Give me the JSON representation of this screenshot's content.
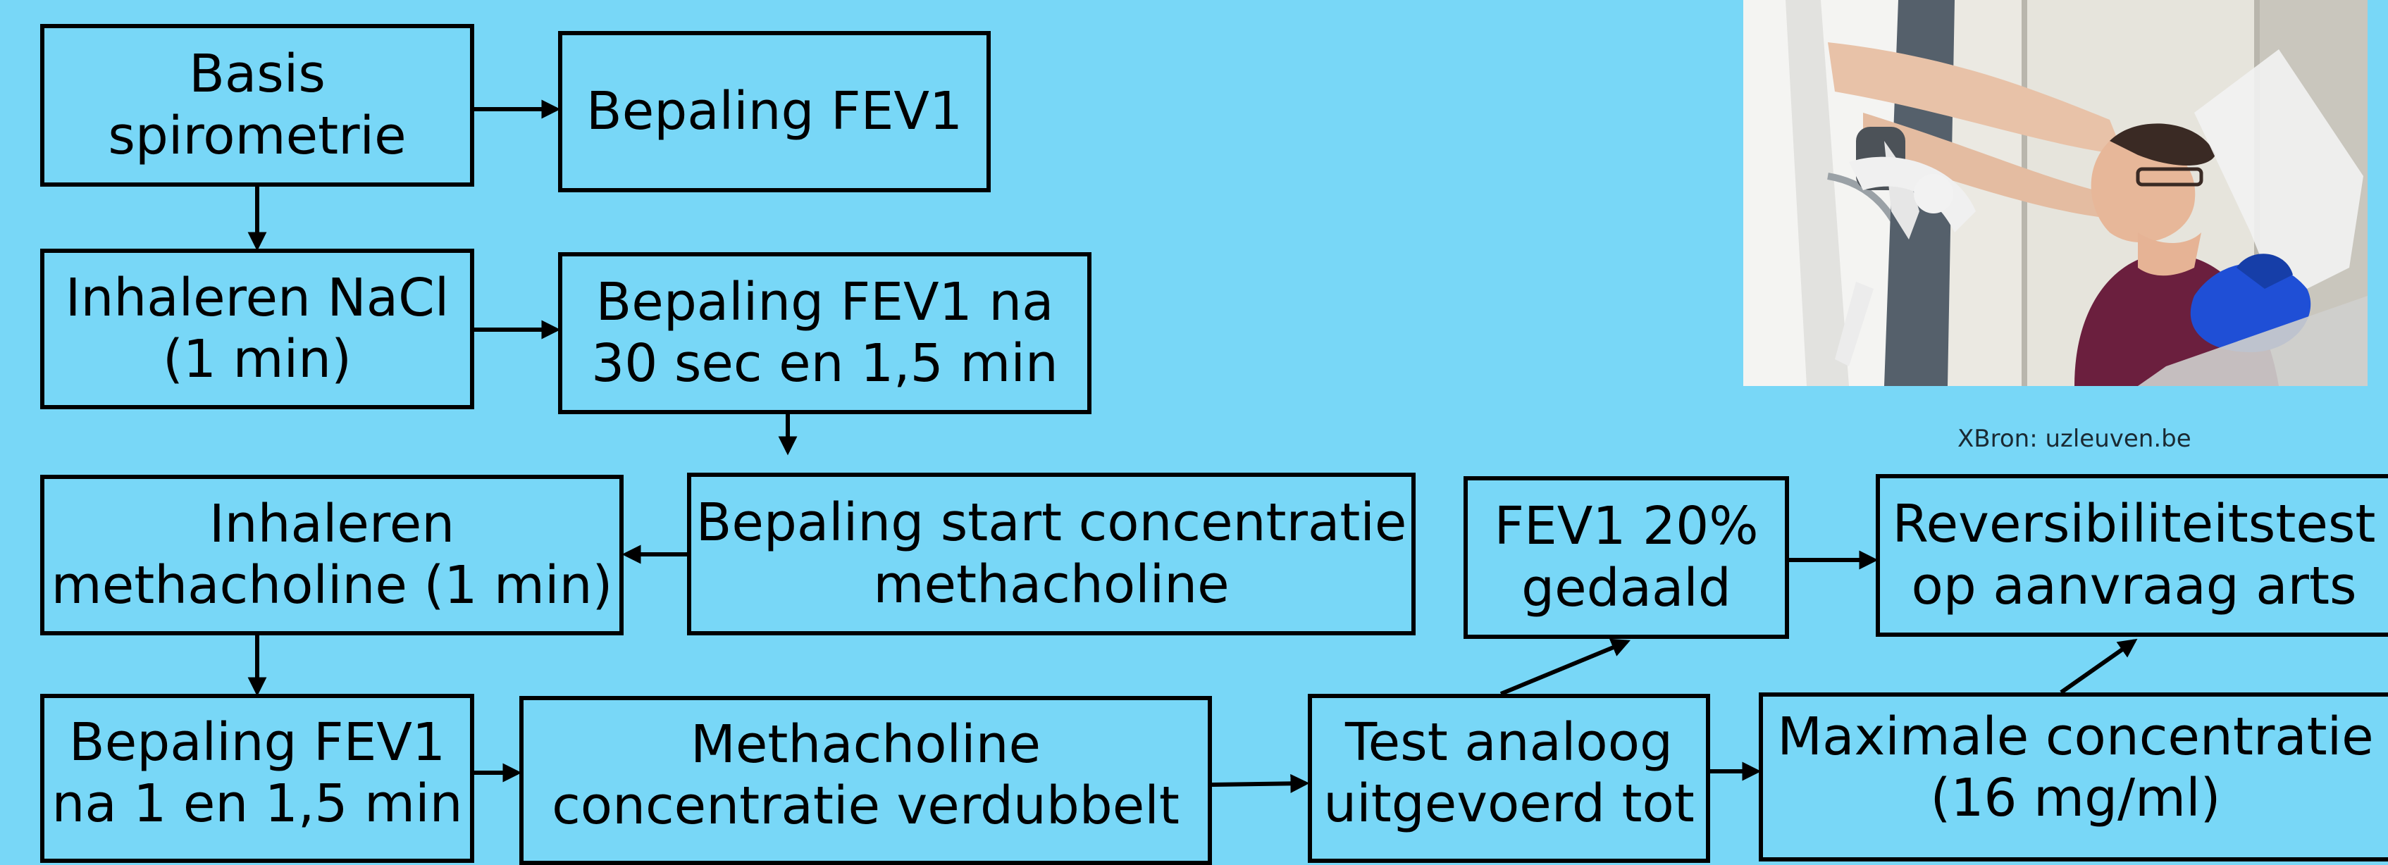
{
  "nodes": {
    "basis": {
      "line1": "Basis",
      "line2": "spirometrie"
    },
    "fev1": {
      "line1": "Bepaling FEV1"
    },
    "nacl": {
      "line1": "Inhaleren NaCl",
      "line2": "(1 min)"
    },
    "fev1_na": {
      "line1": "Bepaling FEV1 na",
      "line2": "30 sec en 1,5 min"
    },
    "inhaleren_metha": {
      "line1": "Inhaleren",
      "line2": "methacholine (1 min)"
    },
    "start_conc": {
      "line1": "Bepaling start concentratie",
      "line2": "methacholine"
    },
    "fev1_20": {
      "line1": "FEV1 20%",
      "line2": "gedaald"
    },
    "reversibiliteit": {
      "line1": "Reversibiliteitstest",
      "line2": "op aanvraag arts"
    },
    "fev1_1min": {
      "line1": "Bepaling FEV1",
      "line2": "na 1 en 1,5 min"
    },
    "verdubbelt": {
      "line1": "Methacholine",
      "line2": "concentratie verdubbelt"
    },
    "test_analoog": {
      "line1": "Test analoog",
      "line2": "uitgevoerd tot"
    },
    "max_conc": {
      "line1": "Maximale concentratie",
      "line2": "(16 mg/ml)"
    }
  },
  "photo": {
    "credit": "XBron: uzleuven.be"
  },
  "colors": {
    "background": "#78D7F7",
    "border": "#000000"
  }
}
